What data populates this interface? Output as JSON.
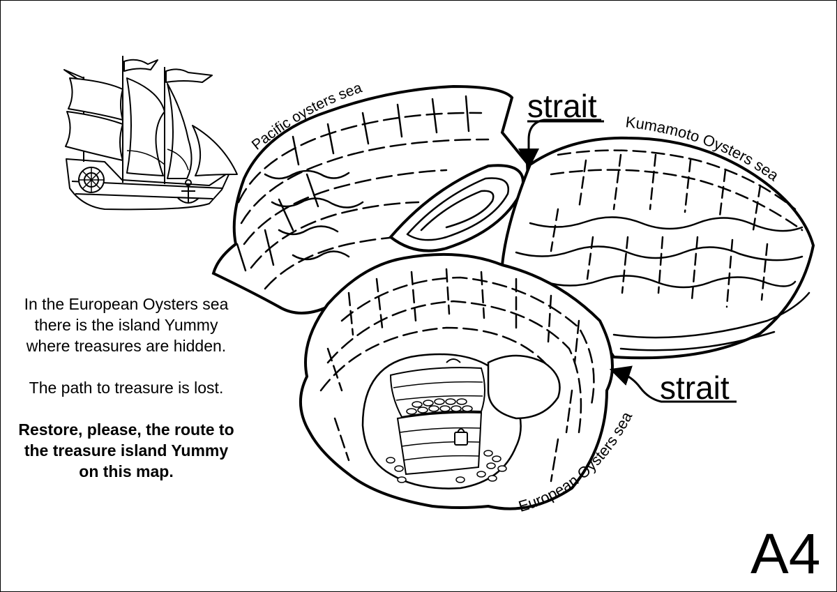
{
  "map": {
    "pacific_label": "Pacific oysters sea",
    "kumamoto_label": "Kumamoto Oysters sea",
    "european_label": "European Oysters sea",
    "strait_top_label": "strait",
    "strait_bottom_label": "strait"
  },
  "instructions": {
    "paragraph_1": "In the European Oysters sea there is the island Yummy where treasures are hidden.",
    "paragraph_2": "The path to treasure is lost.",
    "paragraph_3": "Restore, please, the route to the treasure island  Yummy on this map."
  },
  "paper_size": "A4",
  "colors": {
    "ink": "#000000",
    "paper": "#ffffff"
  },
  "icons": [
    "sailing-ship-icon",
    "treasure-chest-icon",
    "anchor-icon",
    "padlock-icon"
  ]
}
